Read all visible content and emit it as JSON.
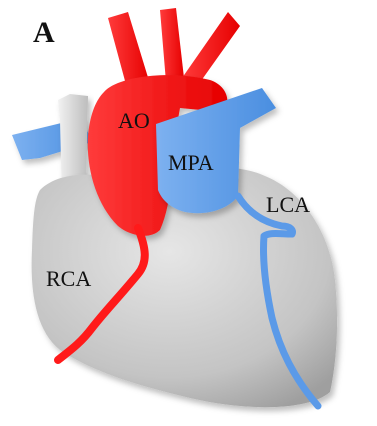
{
  "figure": {
    "panel_letter": "A",
    "labels": {
      "ao": "AO",
      "mpa": "MPA",
      "lca": "LCA",
      "rca": "RCA"
    }
  },
  "colors": {
    "aorta": "#ff1a1a",
    "pulmonary": "#5b9ae8",
    "heart": "#c9c9c9",
    "svc": "#d9d9d9",
    "text": "#111111"
  }
}
